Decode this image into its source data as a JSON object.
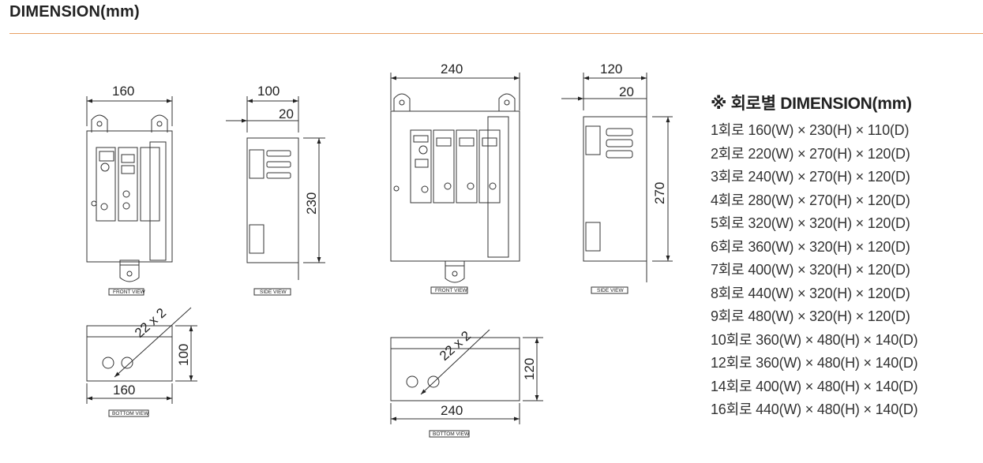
{
  "header": {
    "title": "DIMENSION(mm)"
  },
  "diagram_small": {
    "front_width": "160",
    "side_depth": "100",
    "side_offset": "20",
    "side_height": "230",
    "bottom_hole": "22 x 2",
    "bottom_depth": "100",
    "bottom_width": "160",
    "front_caption": "FRONT VIEW",
    "side_caption": "SIDE VIEW",
    "bottom_caption": "BOTTOM VIEW"
  },
  "diagram_large": {
    "front_width": "240",
    "side_depth": "120",
    "side_offset": "20",
    "side_height": "270",
    "bottom_hole": "22 x 2",
    "bottom_depth": "120",
    "bottom_width": "240",
    "front_caption": "FRONT VIEW",
    "side_caption": "SIDE VIEW",
    "bottom_caption": "BOTTOM VIEW"
  },
  "spec_panel": {
    "heading": "※ 회로별 DIMENSION(mm)",
    "items": [
      "1회로 160(W) × 230(H) × 110(D)",
      "2회로 220(W) × 270(H) × 120(D)",
      "3회로 240(W) × 270(H) × 120(D)",
      "4회로 280(W) × 270(H) × 120(D)",
      "5회로 320(W) × 320(H) × 120(D)",
      "6회로 360(W) × 320(H) × 120(D)",
      "7회로 400(W) × 320(H) × 120(D)",
      "8회로 440(W) × 320(H) × 120(D)",
      "9회로 480(W) × 320(H) × 120(D)",
      "10회로 360(W) × 480(H) × 140(D)",
      "12회로 360(W) × 480(H) × 140(D)",
      "14회로 400(W) × 480(H) × 140(D)",
      "16회로 440(W) × 480(H) × 140(D)"
    ]
  }
}
